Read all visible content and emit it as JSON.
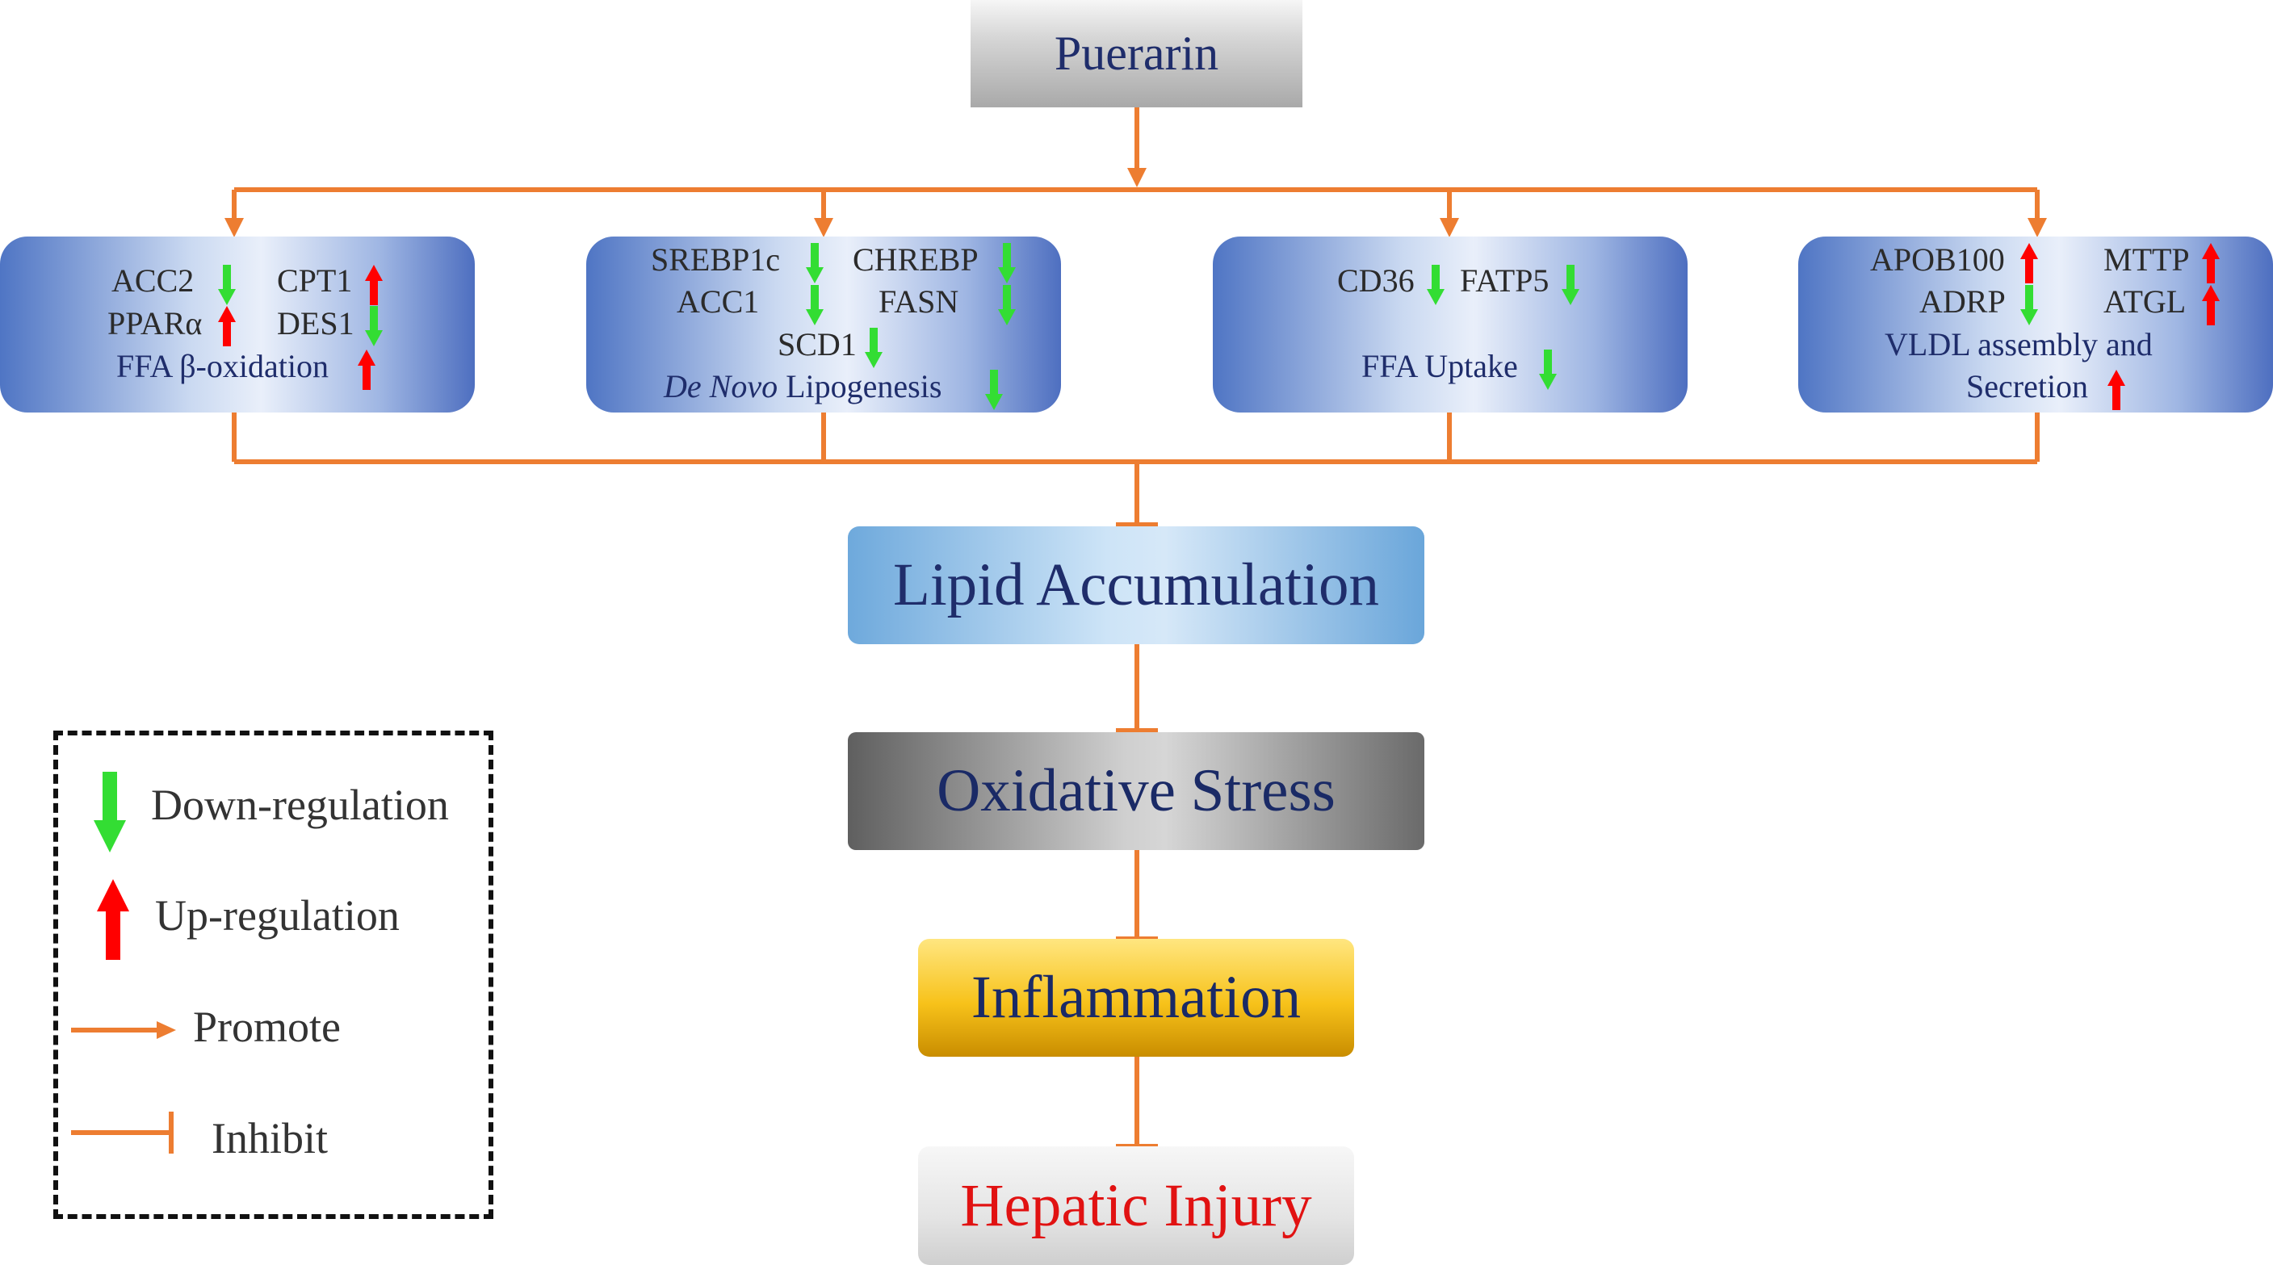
{
  "title": "Puerarin",
  "pathways": [
    {
      "id": "beta-oxidation",
      "items": [
        {
          "label": "ACC2",
          "regulation": "down"
        },
        {
          "label": "CPT1",
          "regulation": "up"
        },
        {
          "label": "PPARα",
          "regulation": "up"
        },
        {
          "label": "DES1",
          "regulation": "down"
        }
      ],
      "process": "FFA β-oxidation",
      "process_regulation": "up"
    },
    {
      "id": "lipogenesis",
      "items": [
        {
          "label": "SREBP1c",
          "regulation": "down"
        },
        {
          "label": "CHREBP",
          "regulation": "down"
        },
        {
          "label": "ACC1",
          "regulation": "down"
        },
        {
          "label": "FASN",
          "regulation": "down"
        },
        {
          "label": "SCD1",
          "regulation": "down"
        }
      ],
      "process_italic": "De Novo",
      "process": "Lipogenesis",
      "process_regulation": "down"
    },
    {
      "id": "uptake",
      "items": [
        {
          "label": "CD36",
          "regulation": "down"
        },
        {
          "label": "FATP5",
          "regulation": "down"
        }
      ],
      "process": "FFA Uptake",
      "process_regulation": "down"
    },
    {
      "id": "vldl",
      "items": [
        {
          "label": "APOB100",
          "regulation": "up"
        },
        {
          "label": "MTTP",
          "regulation": "up"
        },
        {
          "label": "ADRP",
          "regulation": "down"
        },
        {
          "label": "ATGL",
          "regulation": "up"
        }
      ],
      "process_line1": "VLDL assembly and",
      "process_line2": "Secretion",
      "process_regulation": "up"
    }
  ],
  "chain": [
    "Lipid Accumulation",
    "Oxidative Stress",
    "Inflammation",
    "Hepatic Injury"
  ],
  "legend": {
    "down": "Down-regulation",
    "up": "Up-regulation",
    "promote": "Promote",
    "inhibit": "Inhibit"
  },
  "colors": {
    "wire": "#ed7d31",
    "up_arrow": "#ff0000",
    "down_arrow": "#33dd33",
    "text_blue": "#1f2d6b",
    "hepatic_red": "#e11212"
  }
}
